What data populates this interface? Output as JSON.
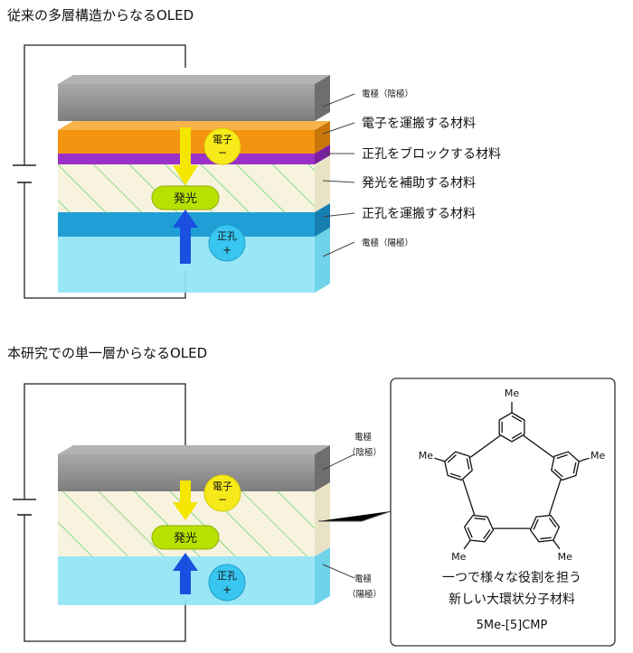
{
  "top": {
    "title": "従来の多層構造からなるOLED",
    "layer_labels": {
      "cathode": "電極（陰極）",
      "electron_transport": "電子を運搬する材料",
      "hole_block": "正孔をブロックする材料",
      "emission_assist": "発光を補助する材料",
      "hole_transport": "正孔を運搬する材料",
      "anode": "電極（陽極）"
    },
    "electron_line1": "電子",
    "electron_line2": "−",
    "hole_line1": "正孔",
    "hole_line2": "+",
    "emission": "発光"
  },
  "bottom": {
    "title": "本研究での単一層からなるOLED",
    "cathode_line1": "電極",
    "cathode_line2": "（陰極）",
    "anode_line1": "電極",
    "anode_line2": "（陽極）",
    "electron_line1": "電子",
    "electron_line2": "−",
    "hole_line1": "正孔",
    "hole_line2": "+",
    "emission": "発光"
  },
  "molecule": {
    "methyl_label": "Me",
    "caption_line1": "一つで様々な役割を担う",
    "caption_line2": "新しい大環状分子材料",
    "name": "5Me-[5]CMP"
  },
  "colors": {
    "cathode": "#8c8c8c",
    "electron_transport": "#f2940f",
    "hole_block": "#9b30c8",
    "emission_layer": "#f7f3df",
    "hole_transport": "#1f9fd6",
    "anode": "#8ee3f5",
    "arrow_yellow": "#f5e600",
    "arrow_blue": "#1a4fe0",
    "emission_badge": "#b8e000"
  }
}
